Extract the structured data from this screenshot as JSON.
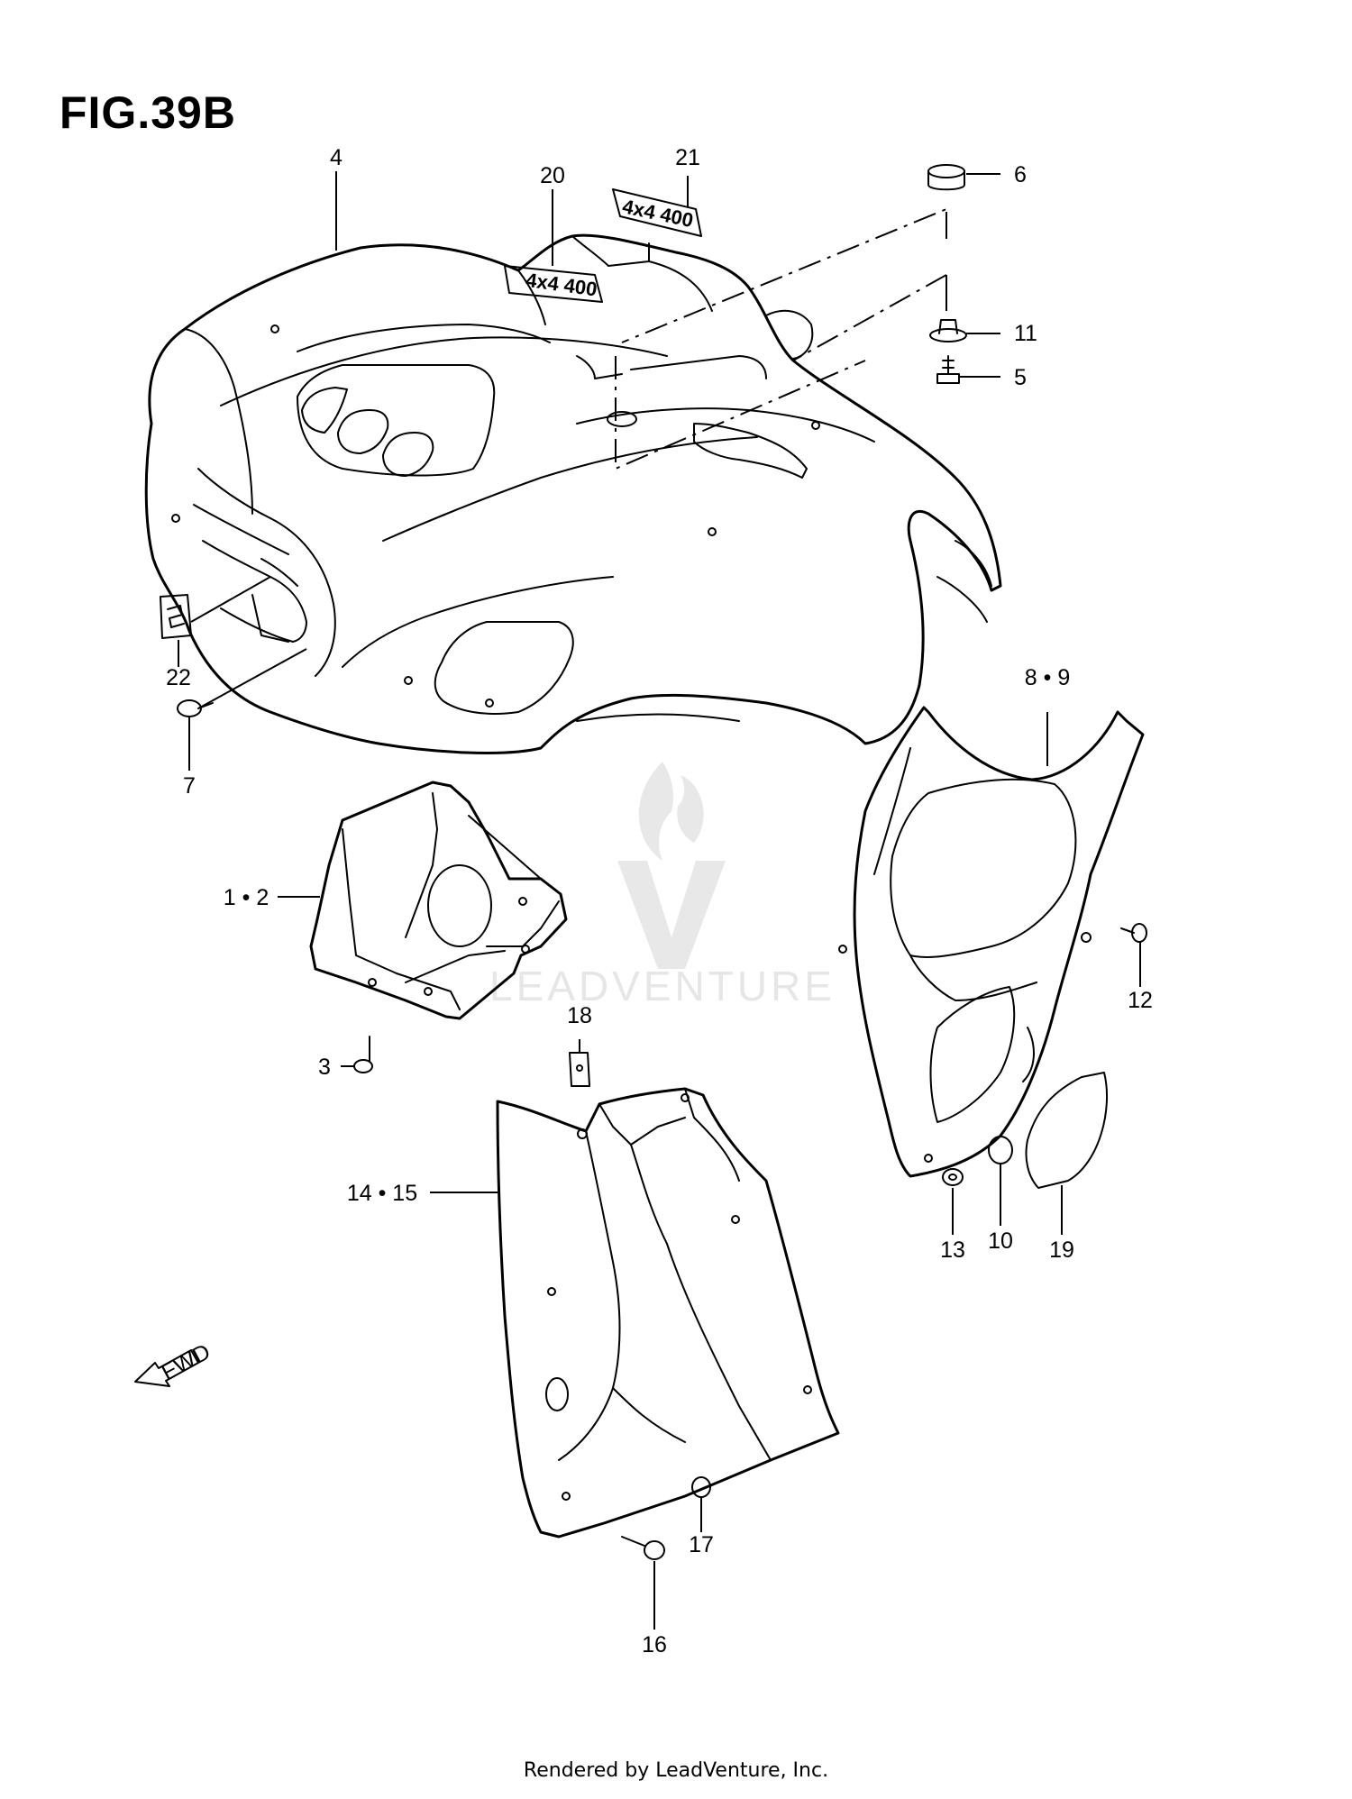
{
  "figure": {
    "title": "FIG.39B"
  },
  "footer": {
    "text": "Rendered by LeadVenture, Inc."
  },
  "watermark": {
    "text": "LEADVENTURE"
  },
  "decals": {
    "hood": "4x4 400",
    "small": "4x4 400"
  },
  "fwd_arrow": {
    "label": "FWD"
  },
  "callouts": [
    {
      "id": "4",
      "label": "4"
    },
    {
      "id": "20",
      "label": "20"
    },
    {
      "id": "21",
      "label": "21"
    },
    {
      "id": "6",
      "label": "6"
    },
    {
      "id": "11",
      "label": "11"
    },
    {
      "id": "5",
      "label": "5"
    },
    {
      "id": "22",
      "label": "22"
    },
    {
      "id": "7",
      "label": "7"
    },
    {
      "id": "8-9",
      "label": "8 • 9"
    },
    {
      "id": "1-2",
      "label": "1 • 2"
    },
    {
      "id": "12",
      "label": "12"
    },
    {
      "id": "18",
      "label": "18"
    },
    {
      "id": "3",
      "label": "3"
    },
    {
      "id": "14-15",
      "label": "14 • 15"
    },
    {
      "id": "13",
      "label": "13"
    },
    {
      "id": "10",
      "label": "10"
    },
    {
      "id": "19",
      "label": "19"
    },
    {
      "id": "17",
      "label": "17"
    },
    {
      "id": "16",
      "label": "16"
    }
  ]
}
